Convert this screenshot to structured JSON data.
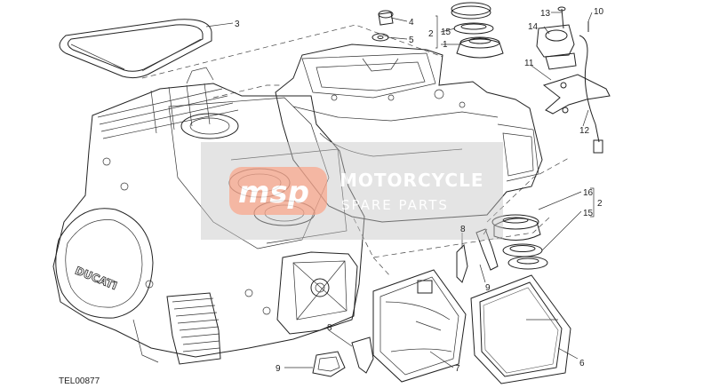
{
  "diagram": {
    "reference_code": "TEL00877",
    "callouts": {
      "c1": "1",
      "c2a": "2",
      "c2b": "2",
      "c3": "3",
      "c4": "4",
      "c5": "5",
      "c6": "6",
      "c7": "7",
      "c8a": "8",
      "c8b": "8",
      "c9a": "9",
      "c9b": "9",
      "c10": "10",
      "c11": "11",
      "c12": "12",
      "c13": "13",
      "c14": "14",
      "c15a": "15",
      "c15b": "15",
      "c16": "16"
    },
    "watermark": {
      "title": "MOTORCYCLE",
      "subtitle": "SPARE PARTS",
      "logo_letters": "msp"
    }
  }
}
